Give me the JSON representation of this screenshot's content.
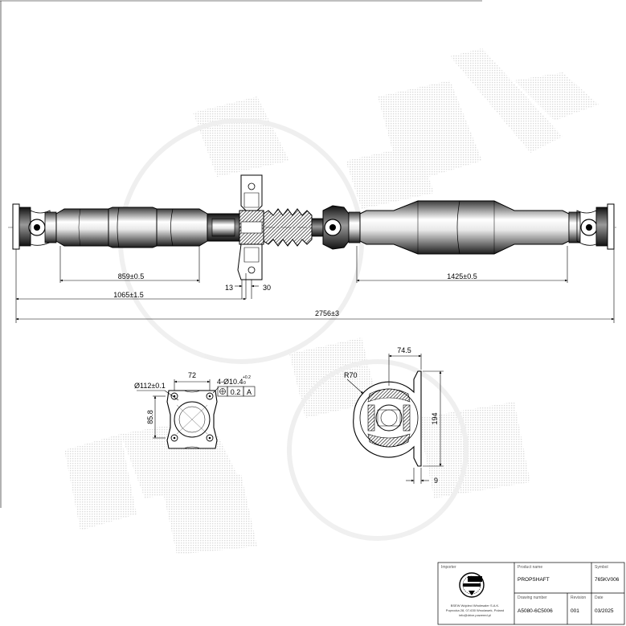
{
  "dimensions": {
    "len_859": "859±0.5",
    "len_1425": "1425±0.5",
    "len_1065": "1065±1.5",
    "len_2756": "2756±3",
    "len_13": "13",
    "len_30": "30",
    "flange_72": "72",
    "flange_diameter": "Ø112±0.1",
    "flange_height": "85.8",
    "bolt_holes": "4-Ø10.4",
    "bolt_tol": "+0.2",
    "bolt_tol_low": "0",
    "tol_value": "0.2",
    "datum": "A",
    "bearing_radius": "R70",
    "bearing_width": "74.5",
    "bearing_height": "194",
    "bearing_base": "9"
  },
  "title_block": {
    "importer_header": "Importer",
    "product_header": "Product name",
    "symbol_header": "Symbol",
    "product_name": "PROPSHAFT",
    "symbol": "765KV006",
    "company_line1": "BSEW Wojdeci Wholesaler S.A.K.",
    "company_line2": "Poprocka 28, 07-630 Wroclawek, Poland",
    "company_line3": "info@drive.powered.pl",
    "row2_h1": "Drawing number",
    "row2_h2": "Revision",
    "row2_h3": "Date",
    "drawing_number": "A5080-6C5006",
    "revision": "001",
    "date": "03/2025"
  }
}
